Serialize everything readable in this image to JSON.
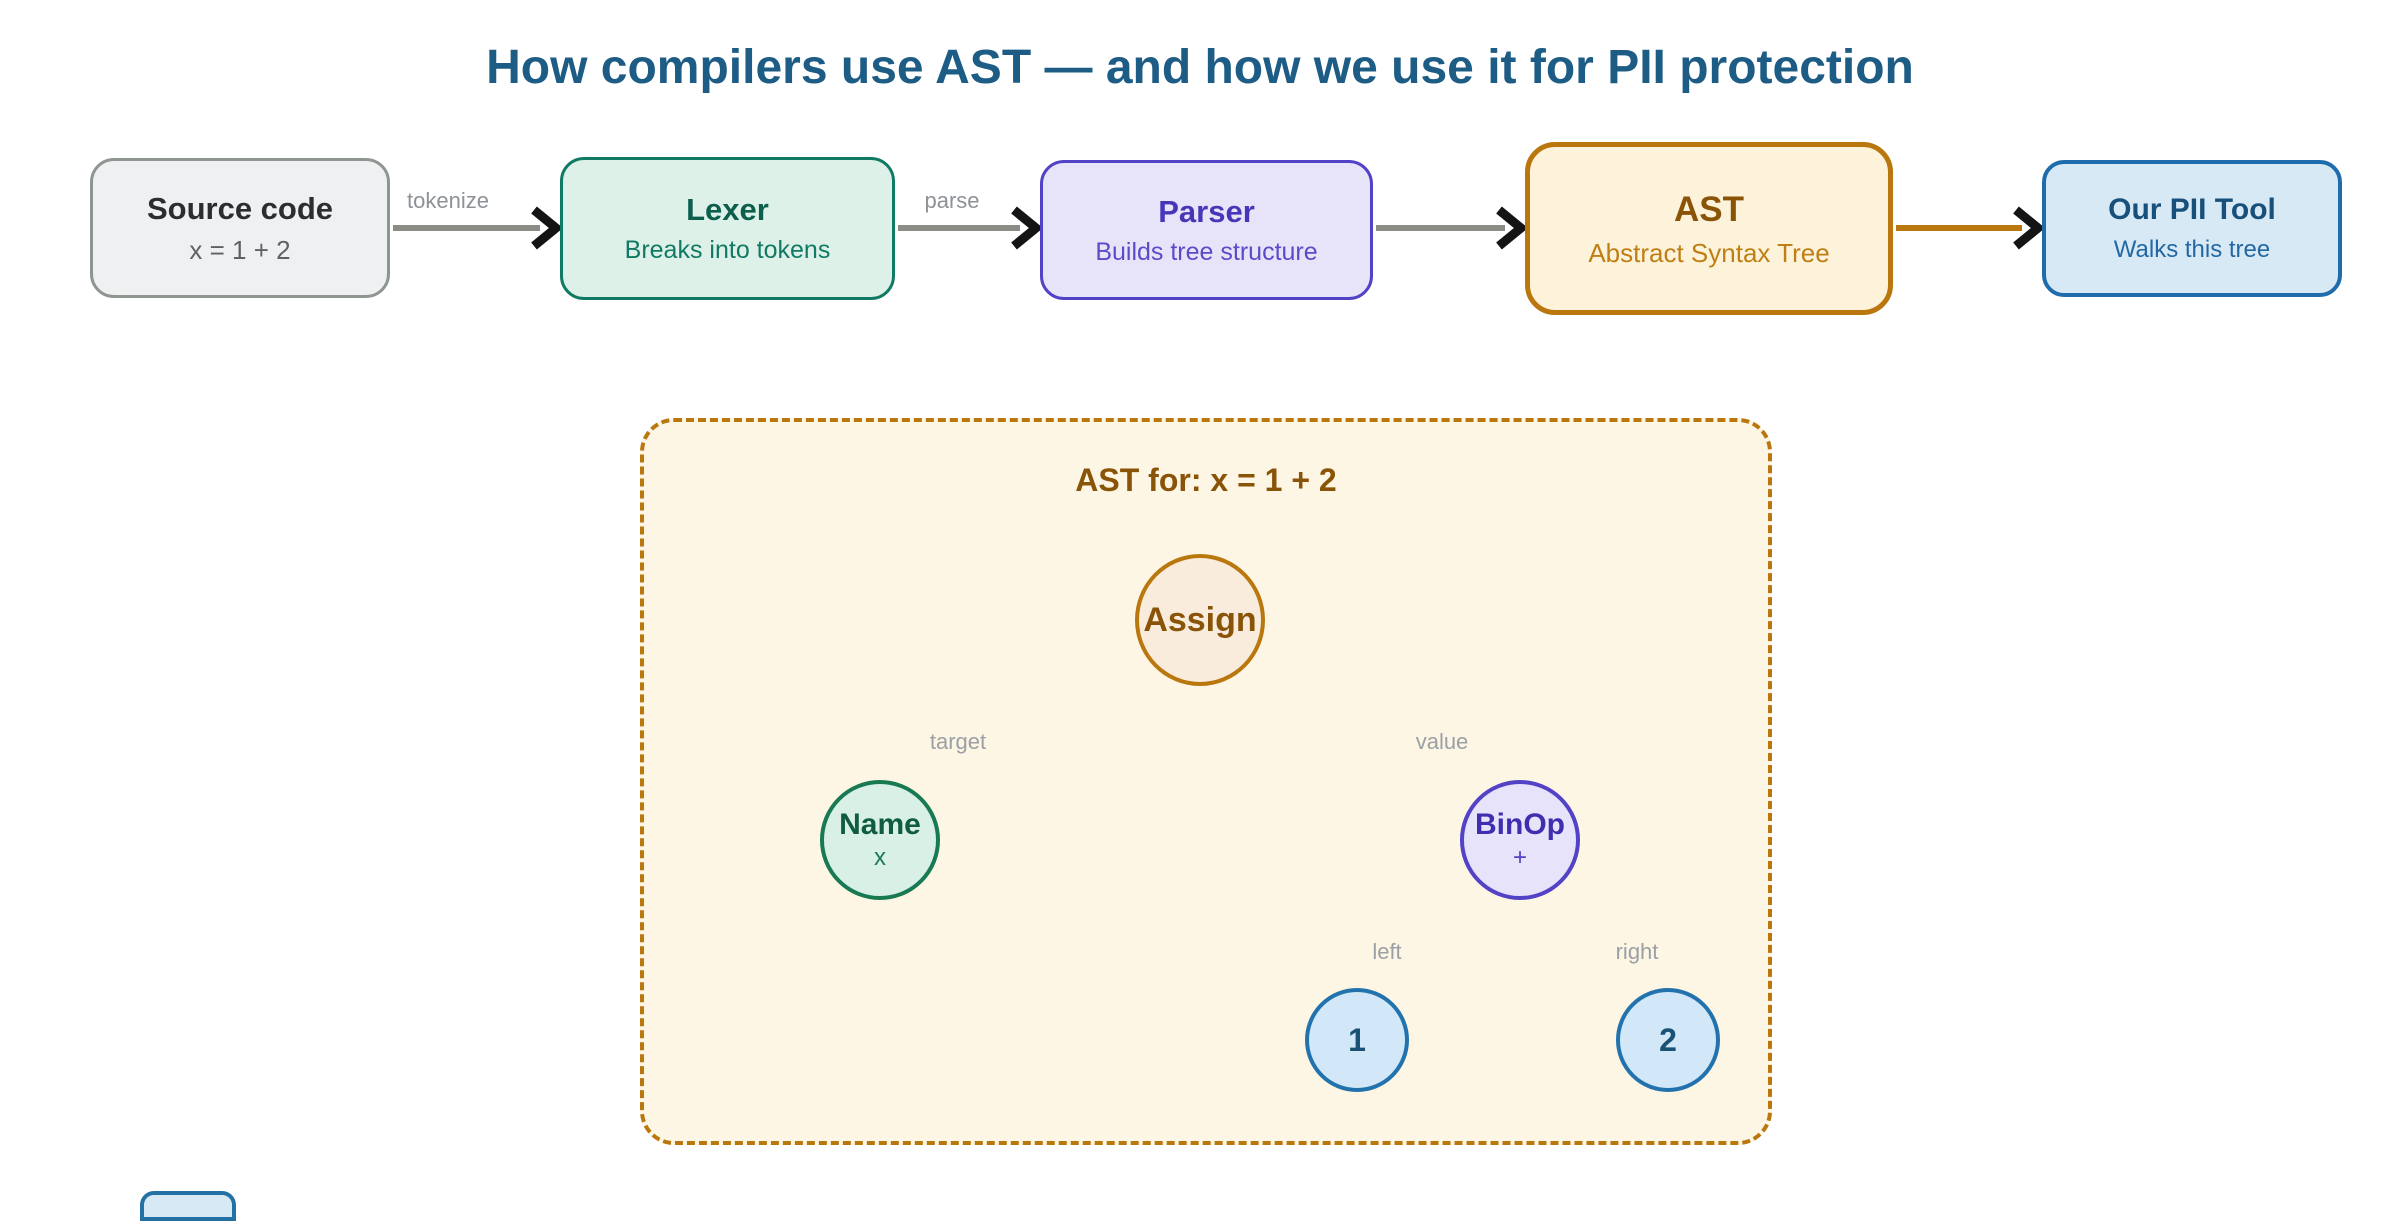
{
  "title": "How compilers use AST — and how we use it for PII protection",
  "pipeline": {
    "boxes": [
      {
        "title": "Source code",
        "subtitle": "x = 1 + 2",
        "fill": "#eef0f1",
        "border": "#8f968f"
      },
      {
        "title": "Lexer",
        "subtitle": "Breaks into tokens",
        "fill": "#ddf1e8",
        "border": "#117a65"
      },
      {
        "title": "Parser",
        "subtitle": "Builds tree structure",
        "fill": "#e7e4f9",
        "border": "#5142c6"
      },
      {
        "title": "AST",
        "subtitle": "Abstract Syntax Tree",
        "fill": "#fdf3da",
        "border": "#b9770e"
      },
      {
        "title": "Our PII Tool",
        "subtitle": "Walks this tree",
        "fill": "#d8e9f6",
        "border": "#1f6cad"
      }
    ],
    "arrow_labels": [
      "tokenize",
      "parse"
    ]
  },
  "ast_panel": {
    "title": "AST for: x = 1 + 2",
    "nodes": {
      "assign": {
        "label": "Assign"
      },
      "name": {
        "label": "Name",
        "sub": "x"
      },
      "binop": {
        "label": "BinOp",
        "sub": "+"
      },
      "left_leaf": {
        "label": "1"
      },
      "right_leaf": {
        "label": "2"
      }
    },
    "edge_labels": {
      "target": "target",
      "value": "value",
      "left": "left",
      "right": "right"
    }
  },
  "colors": {
    "title_text": "#1d5c85",
    "arrow_shaft_gray": "#8c8c86",
    "arrow_shaft_orange": "#b9770e",
    "arrow_head": "#141414",
    "edge_brown": "#b9770e",
    "edge_purple": "#5142c6",
    "edge_label_gray": "#9aa0a5",
    "panel_fill": "#fdf6e4",
    "panel_border": "#b9770e"
  }
}
